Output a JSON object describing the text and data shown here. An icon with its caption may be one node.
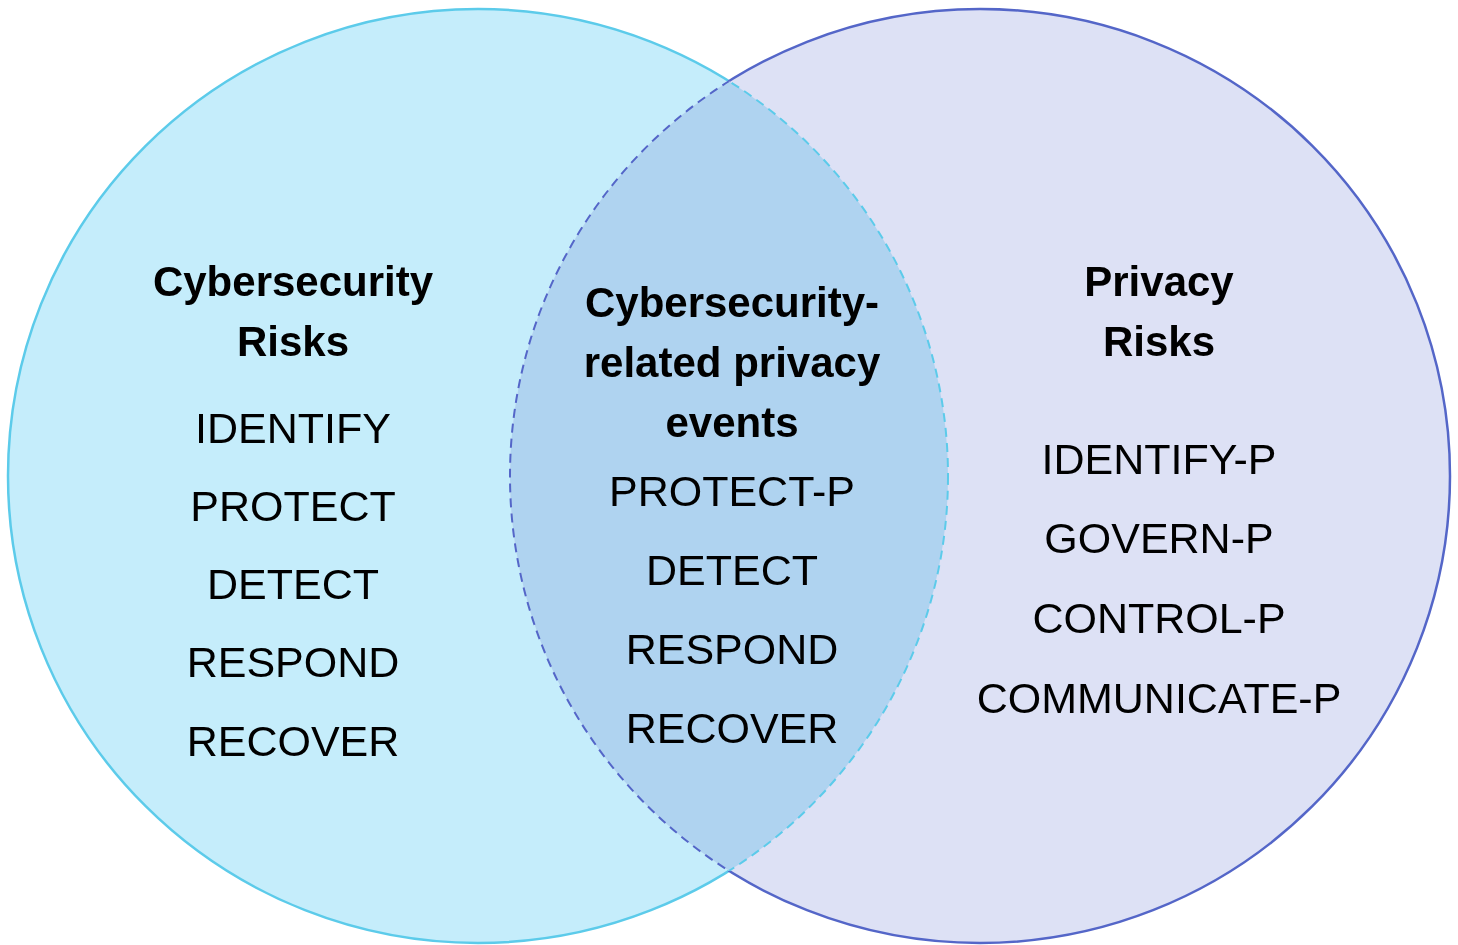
{
  "diagram": {
    "nodes": [
      {
        "text": [
          "Cybersecurity Risks",
          "IDENTIFY",
          "PROTECT",
          "DETECT",
          "RESPOND",
          "RECOVER"
        ]
      },
      {
        "text": [
          "Privacy Risks",
          "IDENTIFY-P",
          "GOVERN-P",
          "CONTROL-P",
          "COMMUNICATE-P"
        ]
      },
      {
        "text": [
          "Cybersecurity-related privacy events",
          "PROTECT-P",
          "DETECT",
          "RESPOND",
          "RECOVER"
        ]
      }
    ]
  }
}
